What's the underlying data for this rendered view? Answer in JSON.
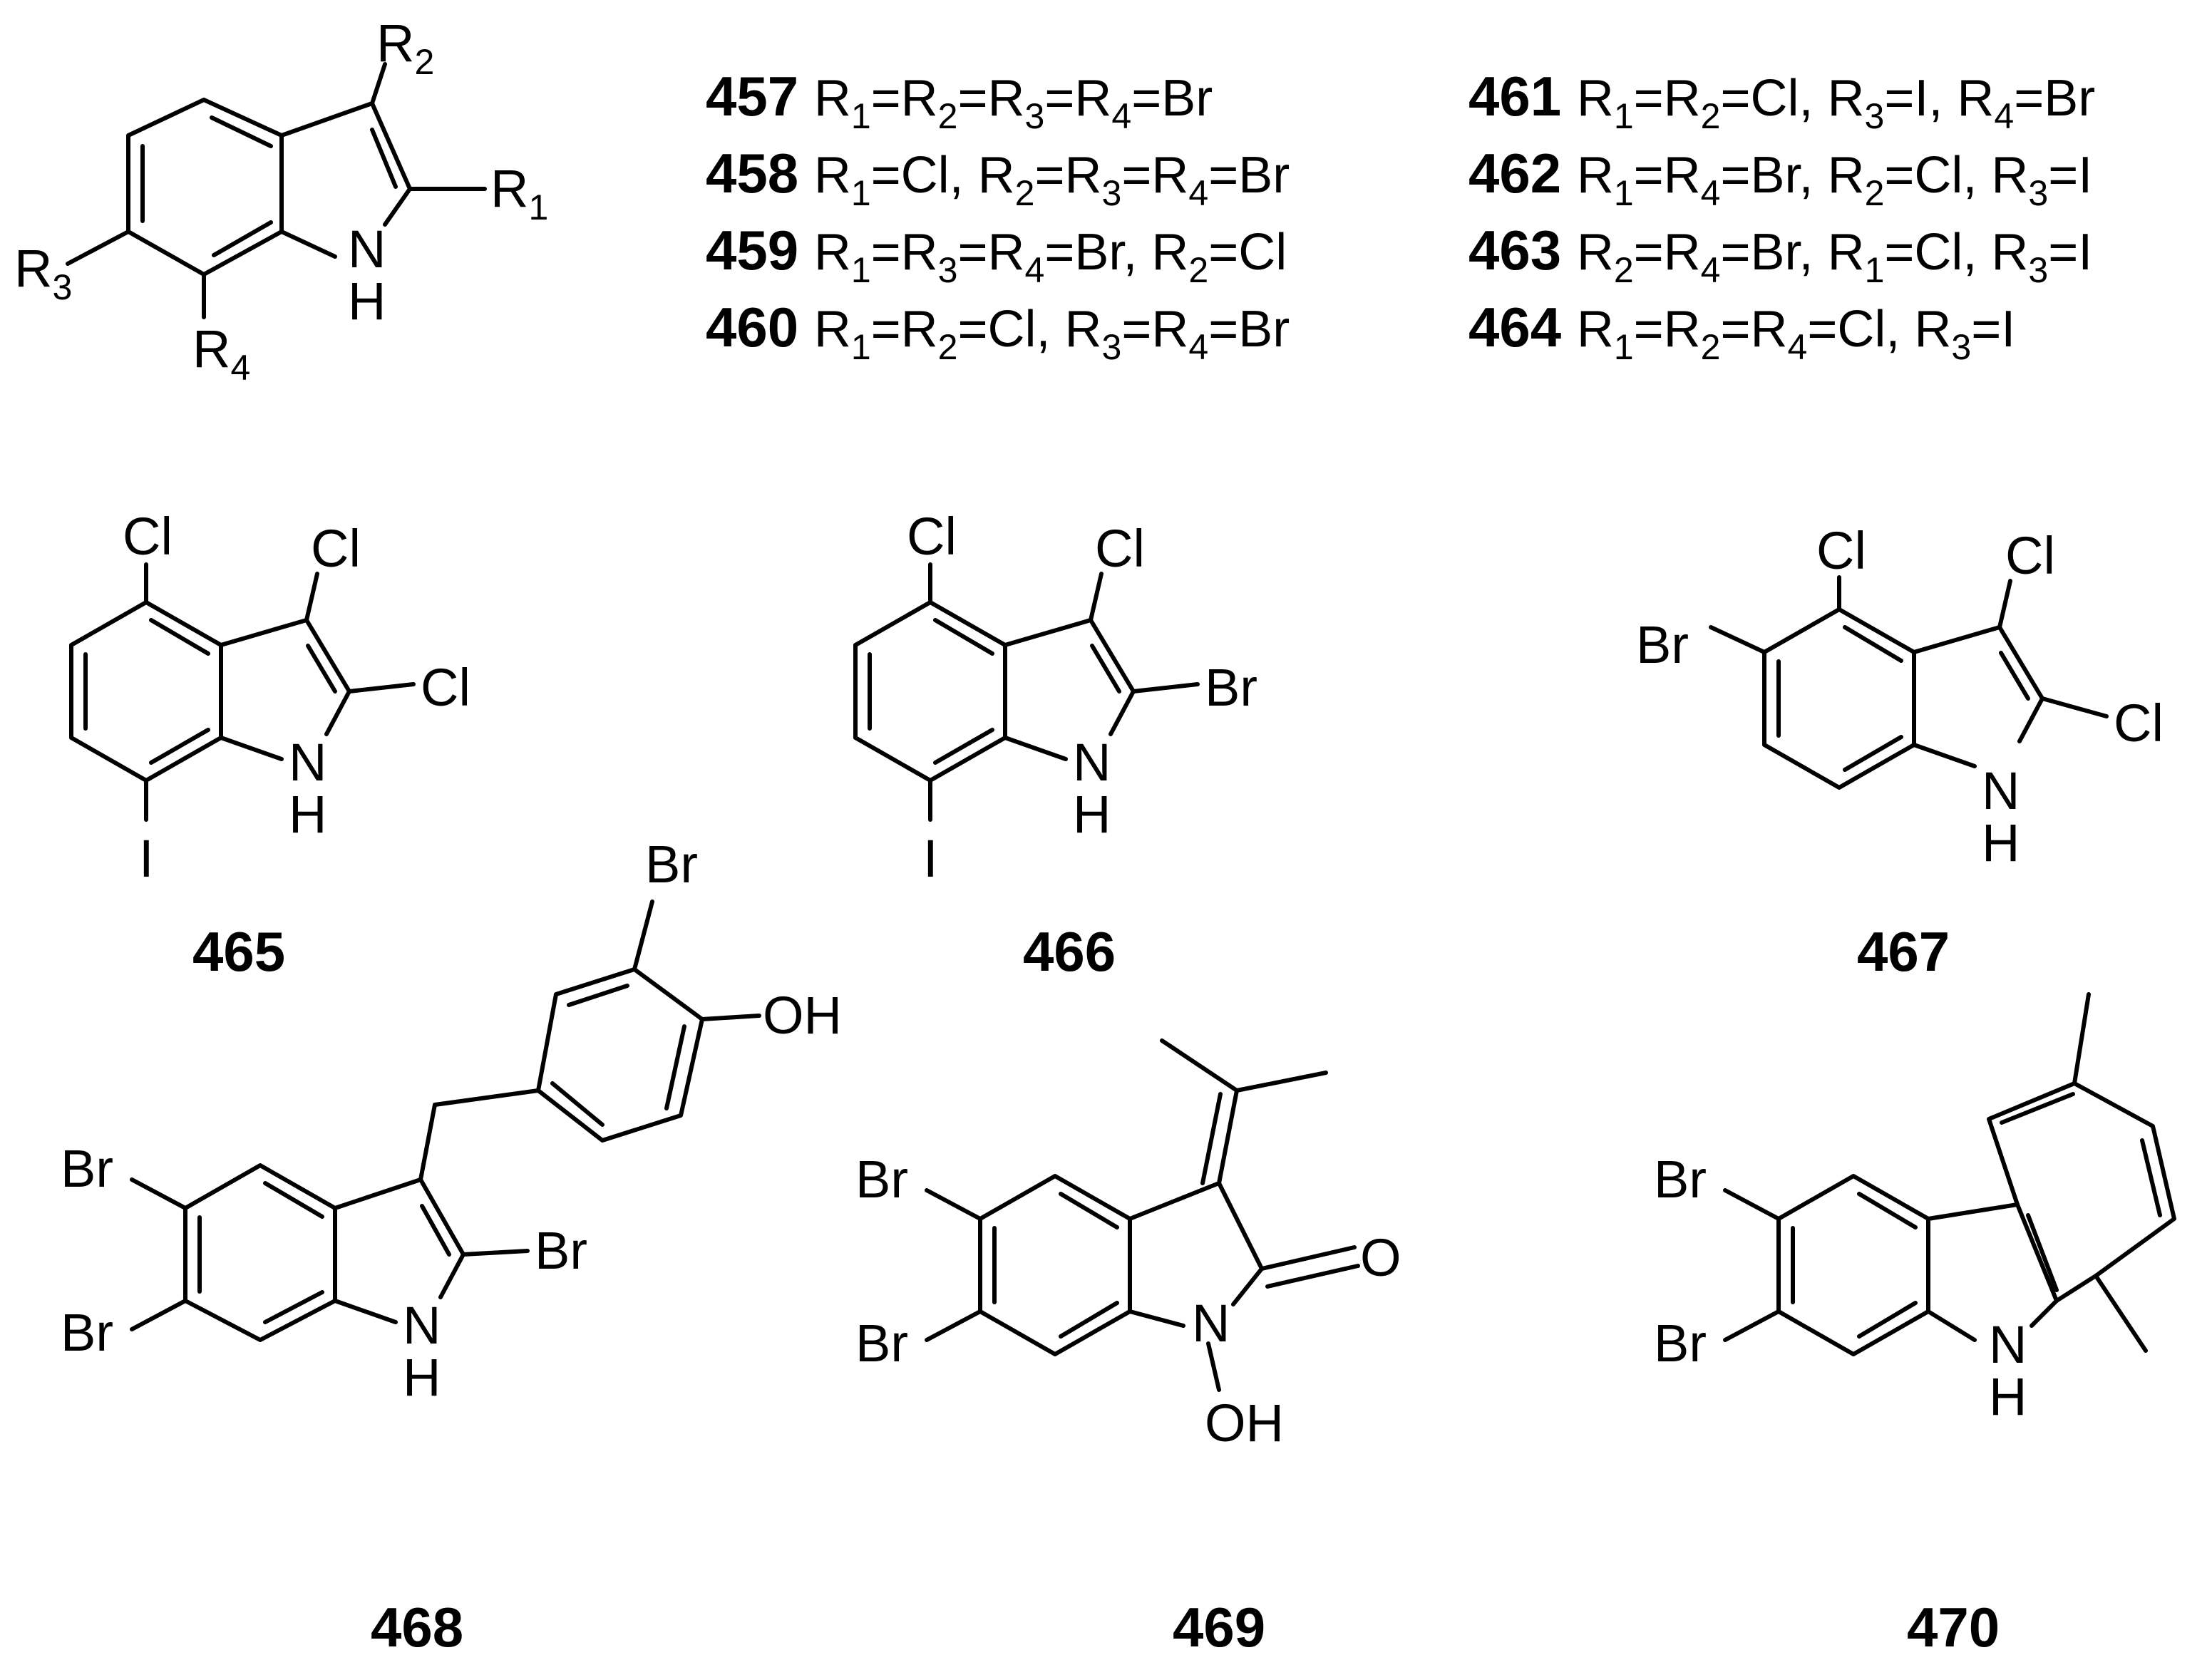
{
  "generic": {
    "r2_lbl": "R",
    "r2_sub": "2",
    "r1_lbl": "R",
    "r1_sub": "1",
    "r3_lbl": "R",
    "r3_sub": "3",
    "r4_lbl": "R",
    "r4_sub": "4",
    "nh_n": "N",
    "nh_h": "H"
  },
  "substituent_table": {
    "rows": [
      {
        "id": "457",
        "parts": [
          "R",
          "1",
          "=R",
          "2",
          "=R",
          "3",
          "=R",
          "4",
          "=Br"
        ]
      },
      {
        "id": "458",
        "parts": [
          "R",
          "1",
          "=Cl, R",
          "2",
          "=R",
          "3",
          "=R",
          "4",
          "=Br"
        ]
      },
      {
        "id": "459",
        "parts": [
          "R",
          "1",
          "=R",
          "3",
          "=R",
          "4",
          "=Br, R",
          "2",
          "=Cl"
        ]
      },
      {
        "id": "460",
        "parts": [
          "R",
          "1",
          "=R",
          "2",
          "=Cl, R",
          "3",
          "=R",
          "4",
          "=Br"
        ]
      },
      {
        "id": "461",
        "parts": [
          "R",
          "1",
          "=R",
          "2",
          "=Cl, R",
          "3",
          "=I, R",
          "4",
          "=Br"
        ]
      },
      {
        "id": "462",
        "parts": [
          "R",
          "1",
          "=R",
          "4",
          "=Br, R",
          "2",
          "=Cl, R",
          "3",
          "=I"
        ]
      },
      {
        "id": "463",
        "parts": [
          "R",
          "2",
          "=R",
          "4",
          "=Br, R",
          "1",
          "=Cl, R",
          "3",
          "=I"
        ]
      },
      {
        "id": "464",
        "parts": [
          "R",
          "1",
          "=R",
          "2",
          "=R",
          "4",
          "=Cl, R",
          "3",
          "=I"
        ]
      }
    ]
  },
  "compounds": [
    {
      "id": "465",
      "atoms": {
        "cl4": "Cl",
        "cl3": "Cl",
        "cl2": "Cl",
        "n": "N",
        "h": "H",
        "i7": "I"
      }
    },
    {
      "id": "466",
      "atoms": {
        "cl4": "Cl",
        "cl3": "Cl",
        "br2": "Br",
        "n": "N",
        "h": "H",
        "i7": "I"
      }
    },
    {
      "id": "467",
      "atoms": {
        "br5": "Br",
        "cl4": "Cl",
        "cl3": "Cl",
        "cl2": "Cl",
        "n": "N",
        "h": "H"
      }
    },
    {
      "id": "468",
      "atoms": {
        "br_ar": "Br",
        "oh": "OH",
        "br5": "Br",
        "br6": "Br",
        "br2": "Br",
        "n": "N",
        "h": "H"
      }
    },
    {
      "id": "469",
      "atoms": {
        "br5": "Br",
        "br6": "Br",
        "o": "O",
        "n": "N",
        "oh": "OH"
      }
    },
    {
      "id": "470",
      "atoms": {
        "br3": "Br",
        "br2": "Br",
        "n": "N",
        "h": "H"
      }
    }
  ]
}
